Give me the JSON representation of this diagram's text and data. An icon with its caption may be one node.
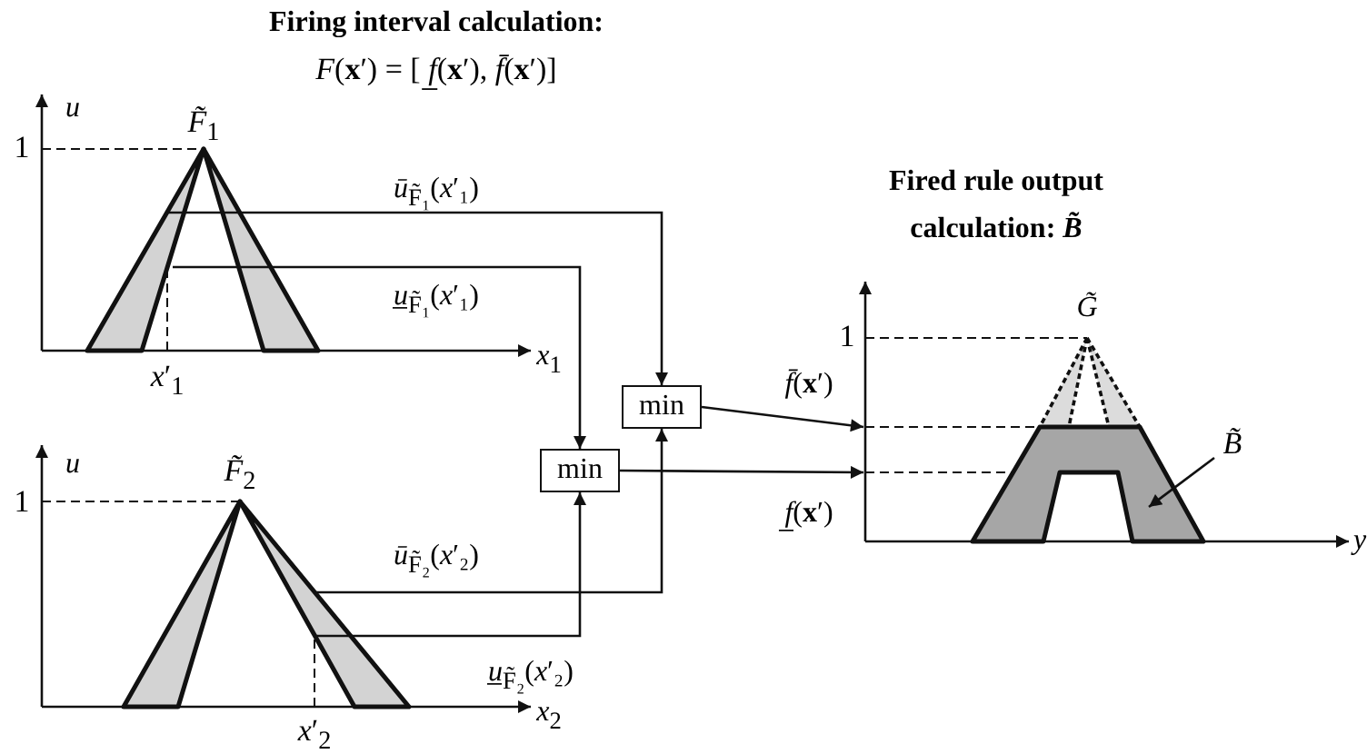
{
  "diagram": {
    "nodes": [
      {
        "text": [
          "*F̃*$_{1}$"
        ]
      },
      {
        "text": [
          "*F̃*$_{2}$"
        ]
      },
      {
        "text": [
          "min"
        ]
      },
      {
        "text": [
          "min"
        ]
      },
      {
        "text": [],
        "shape": "picture"
      },
      {
        "text": [
          "*B̃*"
        ]
      }
    ],
    "edges": [
      {
        "from": 0,
        "to": 2,
        "arrow": "to",
        "label": "*ū*$_{F̃₁}$(*x*′₁)"
      },
      {
        "from": 0,
        "to": 3,
        "arrow": "to",
        "label": "*u̲*$_{F̃₁}$(*x*′₁)"
      },
      {
        "from": 1,
        "to": 2,
        "arrow": "to",
        "label": "*ū*$_{F̃₂}$(*x*′₂)"
      },
      {
        "from": 1,
        "to": 3,
        "arrow": "to",
        "label": "*u̲*$_{F̃₂}$(*x*′₂)"
      },
      {
        "from": 2,
        "to": null,
        "arrow": "to",
        "label": "*f̄*(**x**′)"
      },
      {
        "from": 3,
        "to": null,
        "arrow": "to",
        "label": "*f̲*(**x**′)"
      },
      {
        "from": 5,
        "to": 4,
        "arrow": "to"
      }
    ],
    "labels": [
      "Firing interval calculation:",
      "*F*(**x**′) = [ *f̲*(**x**′), *f̄*(**x**′)]",
      "*u*",
      "1",
      "*x*$_{1}$",
      "*x*′$_{1}$",
      "*u*",
      "1",
      "*x*$_{2}$",
      "*x*′$_{2}$",
      "Fired rule output calculation: *B̃*",
      "1",
      "*G̃*",
      "*y*"
    ]
  }
}
